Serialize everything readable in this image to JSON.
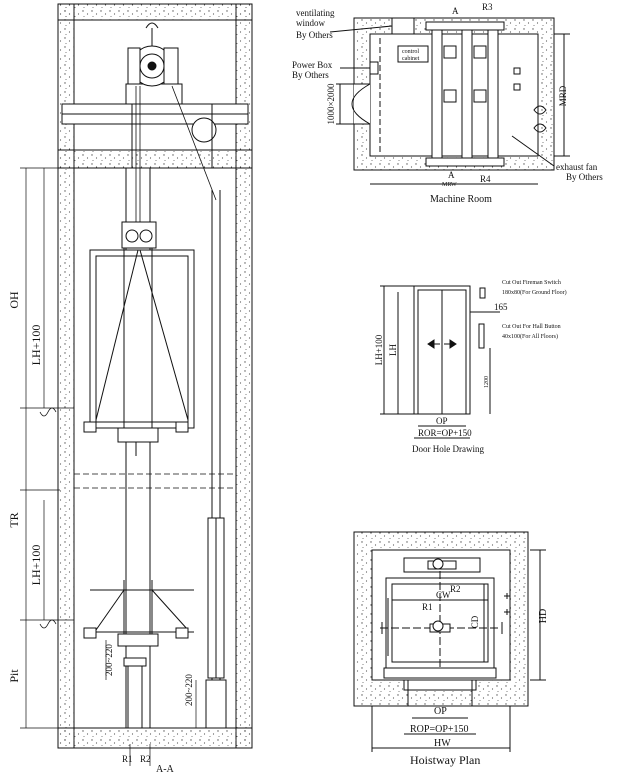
{
  "section": {
    "labels": {
      "oh": "OH",
      "lh_upper": "LH+100",
      "tr": "TR",
      "lh_lower": "LH+100",
      "pit": "Pit",
      "gap_car": "200~220",
      "gap_cwt": "200~220",
      "r1": "R1",
      "r2": "R2",
      "cut": "A-A"
    }
  },
  "machine_room": {
    "labels": {
      "vent_line1": "ventilating",
      "vent_line2": "window",
      "vent_line3": "By Others",
      "r3": "R3",
      "section_a_top": "A",
      "control_line1": "control",
      "control_line2": "cabinet",
      "power_line1": "Power Box",
      "power_line2": "By Others",
      "door_size": "1000×2000",
      "mrd": "MRD",
      "exhaust_line1": "exhaust fan",
      "exhaust_line2": "By Others",
      "section_a_bottom": "A",
      "mrw": "MRW",
      "r4": "R4",
      "title": "Machine Room"
    }
  },
  "door_hole": {
    "labels": {
      "fireman_line1": "Cut Out Fireman Switch",
      "fireman_line2": "180x80(For Ground Floor)",
      "dim_165": "165",
      "hall_line1": "Cut Out For Hall Button",
      "hall_line2": "40x100(For All Floors)",
      "lh_plus": "LH+100",
      "lh": "LH",
      "dim_1200": "1200",
      "op": "OP",
      "ror": "ROR=OP+150",
      "title": "Door Hole Drawing"
    }
  },
  "hoistway": {
    "labels": {
      "r2": "R2",
      "cw": "CW",
      "r1": "R1",
      "cd": "CD",
      "hd": "HD",
      "op": "OP",
      "rop": "ROP=OP+150",
      "hw": "HW",
      "title": "Hoistway Plan"
    }
  }
}
